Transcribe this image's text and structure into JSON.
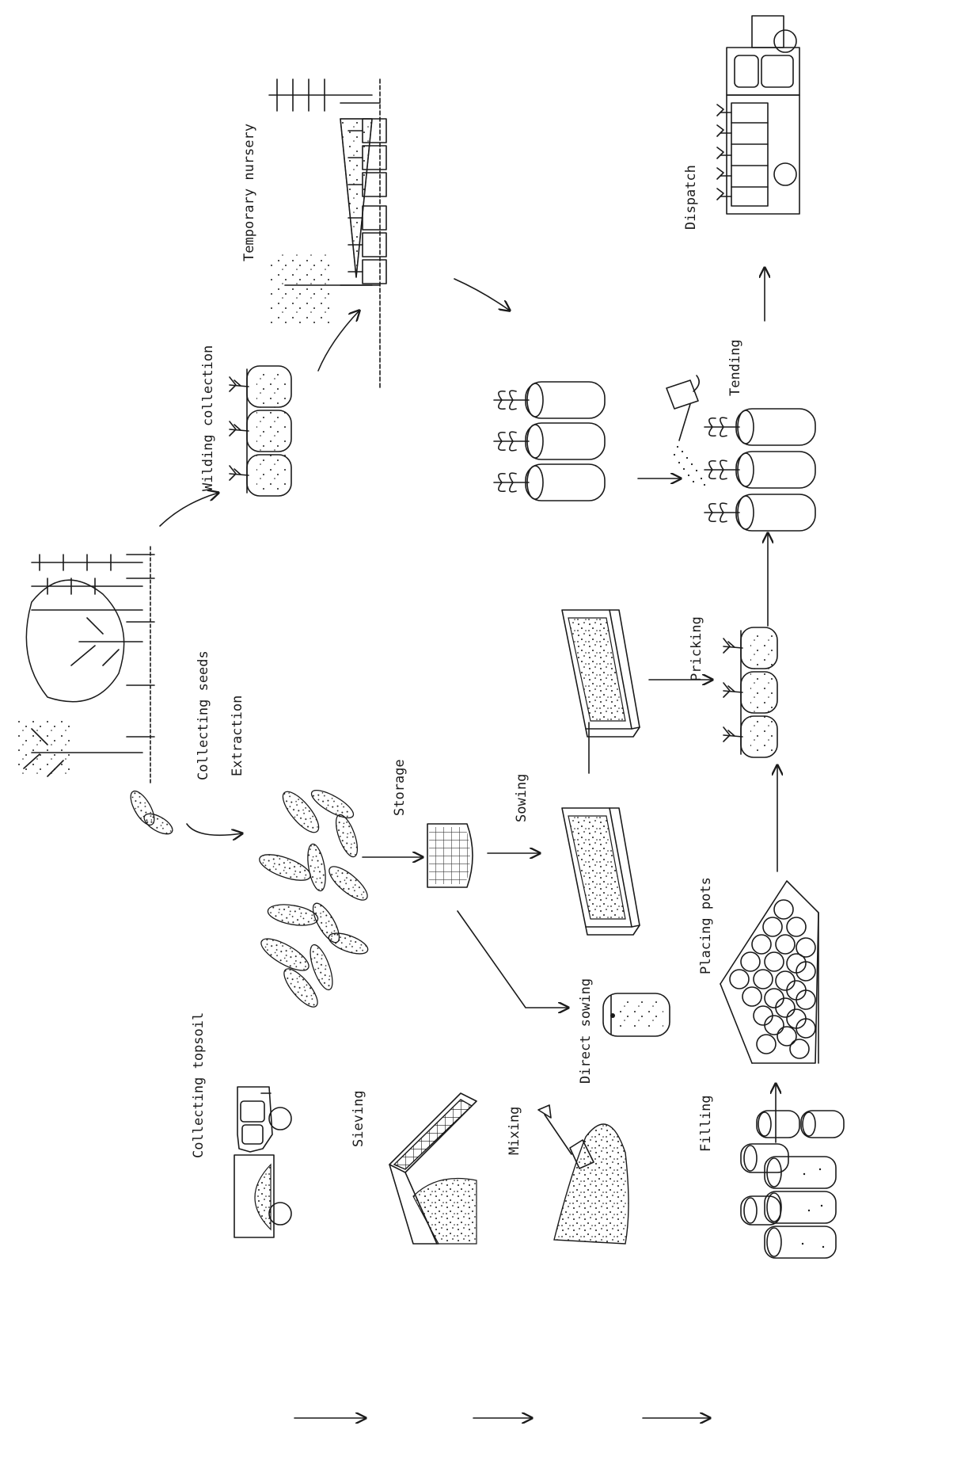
{
  "diagram": {
    "type": "process-flow",
    "orientation": "rotated-90-ccw",
    "steps": {
      "collecting_topsoil": "Collecting topsoil",
      "sieving": "Sieving",
      "mixing": "Mixing",
      "filling": "Filling",
      "placing_pots": "Placing pots",
      "direct_sowing": "Direct sowing",
      "collecting_seeds": "Collecting seeds",
      "extraction": "Extraction",
      "storage": "Storage",
      "sowing": "Sowing",
      "pricking": "Pricking",
      "wilding_collection": "Wilding collection",
      "temporary_nursery": "Temporary nursery",
      "tending": "Tending",
      "dispatch": "Dispatch"
    },
    "flows": [
      [
        "collecting_topsoil",
        "sieving"
      ],
      [
        "sieving",
        "mixing"
      ],
      [
        "mixing",
        "filling"
      ],
      [
        "filling",
        "placing_pots"
      ],
      [
        "placing_pots",
        "pricking"
      ],
      [
        "collecting_seeds",
        "extraction"
      ],
      [
        "extraction",
        "storage"
      ],
      [
        "storage",
        "sowing"
      ],
      [
        "storage",
        "direct_sowing"
      ],
      [
        "sowing",
        "pricking"
      ],
      [
        "pricking",
        "tending"
      ],
      [
        "collecting_seeds",
        "wilding_collection"
      ],
      [
        "wilding_collection",
        "temporary_nursery"
      ],
      [
        "temporary_nursery",
        "tending"
      ],
      [
        "tending",
        "dispatch"
      ]
    ],
    "icons": {
      "truck": "truck-icon",
      "sieve": "sieve-icon",
      "soil_mound": "soil-mound-icon",
      "potting_tubes": "potting-tubes-icon",
      "pot_bed": "pot-bed-icon",
      "seed_pods": "seed-pods-icon",
      "seed_container": "seed-container-icon",
      "seed_tray": "seed-tray-icon",
      "seedling_pots": "seedling-pots-icon",
      "watering_can": "watering-can-icon",
      "trees": "trees-icon",
      "nursery_shade": "nursery-shade-icon"
    },
    "ink_color": "#1a1a1a"
  }
}
